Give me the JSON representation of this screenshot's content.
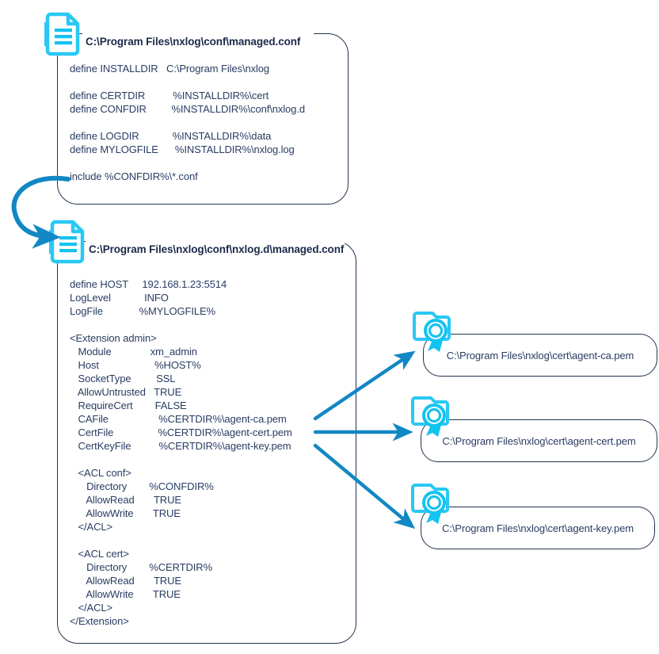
{
  "diagram": {
    "accent_color": "#1287c4",
    "icon_light_color": "#29c8f5",
    "outline_color": "#22324f",
    "text_color": "#2a3c63",
    "title_color": "#1b2a4a"
  },
  "documents": [
    {
      "icon": "document-icon",
      "title": "C:\\Program Files\\nxlog\\conf\\managed.conf",
      "lines": [
        "define INSTALLDIR   C:\\Program Files\\nxlog",
        "",
        "define CERTDIR          %INSTALLDIR%\\cert",
        "define CONFDIR         %INSTALLDIR%\\conf\\nxlog.d",
        "",
        "define LOGDIR            %INSTALLDIR%\\data",
        "define MYLOGFILE      %INSTALLDIR%\\nxlog.log",
        "",
        "include %CONFDIR%\\*.conf"
      ]
    },
    {
      "icon": "document-icon",
      "title": "C:\\Program Files\\nxlog\\conf\\nxlog.d\\managed.conf",
      "lines": [
        "define HOST     192.168.1.23:5514",
        "LogLevel            INFO",
        "LogFile             %MYLOGFILE%",
        "",
        "<Extension admin>",
        "   Module              xm_admin",
        "   Host                    %HOST%",
        "   SocketType         SSL",
        "   AllowUntrusted   TRUE",
        "   RequireCert        FALSE",
        "   CAFile                  %CERTDIR%\\agent-ca.pem",
        "   CertFile                %CERTDIR%\\agent-cert.pem",
        "   CertKeyFile          %CERTDIR%\\agent-key.pem",
        "",
        "   <ACL conf>",
        "      Directory        %CONFDIR%",
        "      AllowRead       TRUE",
        "      AllowWrite       TRUE",
        "   </ACL>",
        "",
        "   <ACL cert>",
        "      Directory        %CERTDIR%",
        "      AllowRead       TRUE",
        "      AllowWrite       TRUE",
        "   </ACL>",
        "</Extension>"
      ]
    }
  ],
  "certificates": [
    {
      "icon": "certificate-icon",
      "label": "C:\\Program Files\\nxlog\\cert\\agent-ca.pem"
    },
    {
      "icon": "certificate-icon",
      "label": "C:\\Program Files\\nxlog\\cert\\agent-cert.pem"
    },
    {
      "icon": "certificate-icon",
      "label": "C:\\Program Files\\nxlog\\cert\\agent-key.pem"
    }
  ],
  "connectors": [
    {
      "name": "include-to-nxlogd-arrow",
      "kind": "curved-arrow"
    },
    {
      "name": "cafile-to-agent-ca-arrow",
      "kind": "straight-arrow"
    },
    {
      "name": "certfile-to-agent-cert-arrow",
      "kind": "straight-arrow"
    },
    {
      "name": "certkeyfile-to-agent-key-arrow",
      "kind": "straight-arrow"
    }
  ]
}
